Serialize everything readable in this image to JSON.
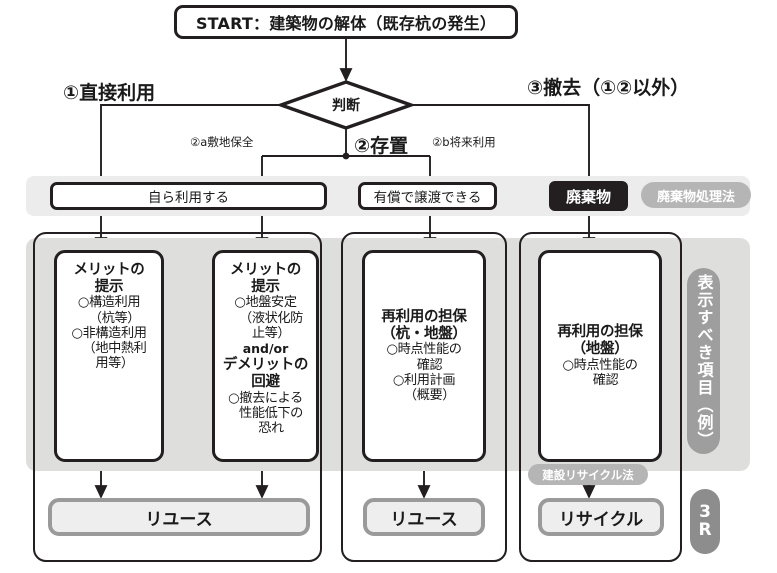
{
  "start": {
    "label": "START：建築物の解体（既存杭の発生）"
  },
  "decision": {
    "label": "判断"
  },
  "branches": {
    "left_big": "①直接利用",
    "center_big": "②存置",
    "right_big": "③撤去（①②以外）",
    "sub_a": "②a敷地保全",
    "sub_b": "②b将来利用"
  },
  "row2": {
    "self_use": "自ら利用する",
    "sell": "有償で譲渡できる",
    "waste": "廃棄物",
    "waste_law_tag": "廃棄物処理法"
  },
  "cards": [
    {
      "name": "merit-structural",
      "head1": "メリットの",
      "head2": "提示",
      "lines": [
        "○構造利用",
        "（杭等）",
        "○非構造利用",
        "（地中熱利",
        "用等）"
      ]
    },
    {
      "name": "merit-ground",
      "head1": "メリットの",
      "head2": "提示",
      "lines_top": [
        "○地盤安定",
        "（液状化防",
        "止等）"
      ],
      "middle": "and/or",
      "head3": "デメリットの",
      "head4": "回避",
      "lines_bottom": [
        "○撤去による",
        "性能低下の",
        "恐れ"
      ]
    },
    {
      "name": "reuse-guarantee-pile-ground",
      "head1": "再利用の担保",
      "head2": "（杭・地盤）",
      "lines": [
        "○時点性能の",
        "確認",
        "○利用計画",
        "（概要）"
      ]
    },
    {
      "name": "reuse-guarantee-ground",
      "head1": "再利用の担保",
      "head2": "（地盤）",
      "lines": [
        "○時点性能の",
        "確認"
      ]
    }
  ],
  "results": {
    "reuse_left": "リユース",
    "reuse_mid": "リユース",
    "recycle": "リサイクル",
    "recycle_law_tag": "建設リサイクル法"
  },
  "side": {
    "vertical_label": "表示すべき項目（例）",
    "three_r_top": "3",
    "three_r_bottom": "R"
  },
  "colors": {
    "ink": "#231f20",
    "band_gray": "#ececec",
    "backdrop_gray": "#dededd",
    "tag_gray": "#b5b5b5",
    "result_border": "#9a9a9a",
    "result_fill": "#eeeeee"
  }
}
